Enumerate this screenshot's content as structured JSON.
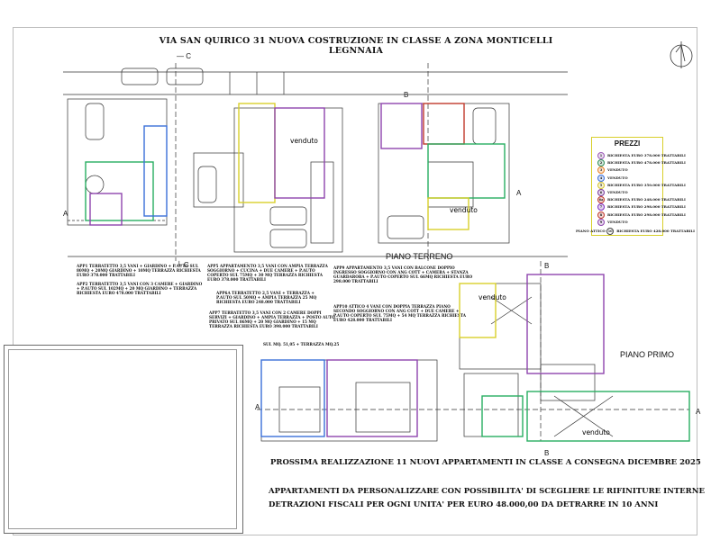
{
  "title": "VIA SAN QUIRICO 31 NUOVA COSTRUZIONE IN CLASSE A ZONA MONTICELLI LEGNNAIA",
  "floors": {
    "ground": "PIANO TERRENO",
    "first": "PIANO PRIMO"
  },
  "section_marks": {
    "a": "A",
    "b": "B",
    "c": "C"
  },
  "sold_label": "venduto",
  "piano_primo_area": "SUL MQ. 51,05 + TERRAZZA MQ.25",
  "apartments": {
    "app1": "APP1 TERRATETTO 3,5 VANI + GIARDINO + P.AUTO SUL 80MQ + 20MQ GIARDINO + 10MQ TERRAZZA RICHIESTA EURO 378.000 TRATTABILI",
    "app2": "APP2 TERRATETTO 3,5 VANI CON 3 CAMERE + GIARDINO + P.AUTO SUL 102MQ + 20 MQ GIARDINO + TERRAZZA RICHIESTA EURO 478.000 TRATTABILI",
    "app5": "APP5 APPARTAMENTO 3,5 VANI CON AMPIA TERRAZZA SOGGIORNO + CUCINA + DUE CAMERE + P.AUTO COPERTO SUL 75MQ + 30 MQ TERRAZZA RICHIESTA EURO 378.000 TRATTABILI",
    "app6a": "APP6a TERRATETTO 2,5 VANI + TERRAZZA + P.AUTO SUL 50MQ + AMPIA TERRAZZA 25 MQ RICHIESTA EURO 248.000 TRATTABILI",
    "app7": "APP7 TERRATETTO 3,5 VANI CON 2 CAMERE DOPPI SERVIZI + GIARDINO + AMPIA TERRAZZA + POSTO AUTO PRIVATO SUL 86MQ + 20 MQ GIARDINO + 15 MQ TERRAZZA RICHIESTA EURO 398.000 TRATTABILI",
    "app9": "APP9 APPARTAMENTO 3,5 VANI CON BALCONE DOPPIO INGRESSO SOGGIORNO CON ANG COTT + CAMERA + STANZA GUARDAROBA + P.AUTO COPERTO SUL 66MQ RICHIESTA EURO 298.000 TRATTABILI",
    "app10": "APP10 ATTICO 4 VANI CON DOPPIA TERRAZZA PIANO SECONDO SOGGIORNO CON ANG COTT + DUE CAMERE + P.AUTO COPERTO SUL 75MQ + 54 MQ TERRAZZA RICHIESTA EURO 428.000 TRATTABILI"
  },
  "prezzi": {
    "title": "PREZZI",
    "rows": [
      {
        "num": "1",
        "text": "RICHIESTA EURO 378.000 TRATTABILI",
        "color": "#9b59b6"
      },
      {
        "num": "2",
        "text": "RICHIESTA EURO 478.000 TRATTABILI",
        "color": "#2e8b57"
      },
      {
        "num": "3",
        "text": "VENDUTO",
        "color": "#e67e22"
      },
      {
        "num": "4",
        "text": "VENDUTO",
        "color": "#3a6fd8"
      },
      {
        "num": "5",
        "text": "RICHIESTA EURO 350.000 TRATTABILI",
        "color": "#d4c22a"
      },
      {
        "num": "6",
        "text": "VENDUTO",
        "color": "#7a3b9a"
      },
      {
        "num": "6a",
        "text": "RICHIESTA EURO 248.000 TRATTABILI",
        "color": "#c0392b"
      },
      {
        "num": "7",
        "text": "RICHIESTA EURO 298.000 TRATTABILI",
        "color": "#7b2cbf"
      },
      {
        "num": "8",
        "text": "RICHIESTA EURO 298.000 TRATTABILI",
        "color": "#c0392b"
      },
      {
        "num": "9",
        "text": "VENDUTO",
        "color": "#8e44ad"
      }
    ],
    "attico_label": "PIANO ATTICO",
    "attico_num": "10",
    "attico_text": "RICHIESTA EURO 428.000 TRATTABILI"
  },
  "bottom": {
    "line1": "PROSSIMA REALIZZAZIONE 11 NUOVI APPARTAMENTI IN CLASSE A CONSEGNA DICEMBRE 2025",
    "line2": "APPARTAMENTI DA PERSONALIZZARE CON POSSIBILITA' DI SCEGLIERE LE RIFINITURE INTERNE",
    "line3": "DETRAZIONI FISCALI PER OGNI UNITA' PER EURO 48.000,00 DA DETRARRE IN 10 ANNI"
  },
  "colors": {
    "purple": "#8e44ad",
    "green": "#27ae60",
    "orange": "#e67e22",
    "blue": "#3a6fd8",
    "yellow": "#d8cf2a",
    "red": "#c0392b",
    "line": "#333333"
  }
}
